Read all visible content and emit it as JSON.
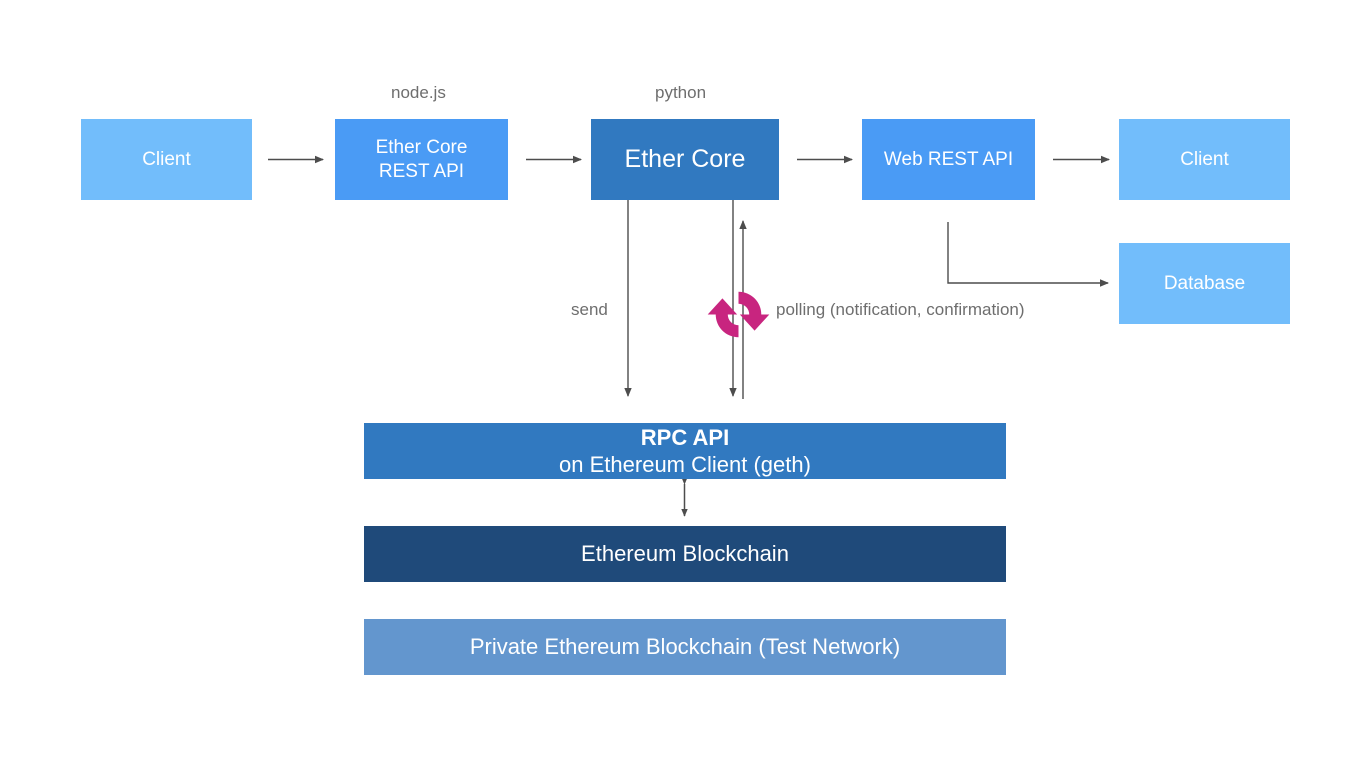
{
  "diagram": {
    "title": "Ether Core architecture diagram",
    "colors": {
      "light_blue": "#72bdfb",
      "blue": "#4a9bf5",
      "mid_blue": "#3179c0",
      "navy": "#1f4a7a",
      "soft_blue": "#6396ce",
      "pink": "#c8257f",
      "arrow_gray": "#4d4d4d",
      "label_gray": "#6e6e6e"
    },
    "annotations": {
      "node_js": "node.js",
      "python": "python",
      "send": "send",
      "polling": "polling (notification, confirmation)"
    },
    "nodes": {
      "client_left": "Client",
      "ether_core_rest_api_line1": "Ether Core",
      "ether_core_rest_api_line2": "REST API",
      "ether_core": "Ether Core",
      "web_rest_api": "Web REST API",
      "client_right": "Client",
      "database": "Database",
      "rpc_api_bold": "RPC API",
      "rpc_api_rest": " on Ethereum Client (geth)",
      "ethereum_blockchain": "Ethereum Blockchain",
      "private_blockchain": "Private Ethereum Blockchain (Test Network)"
    },
    "icons": {
      "polling_loop": "refresh-loop-icon"
    }
  }
}
